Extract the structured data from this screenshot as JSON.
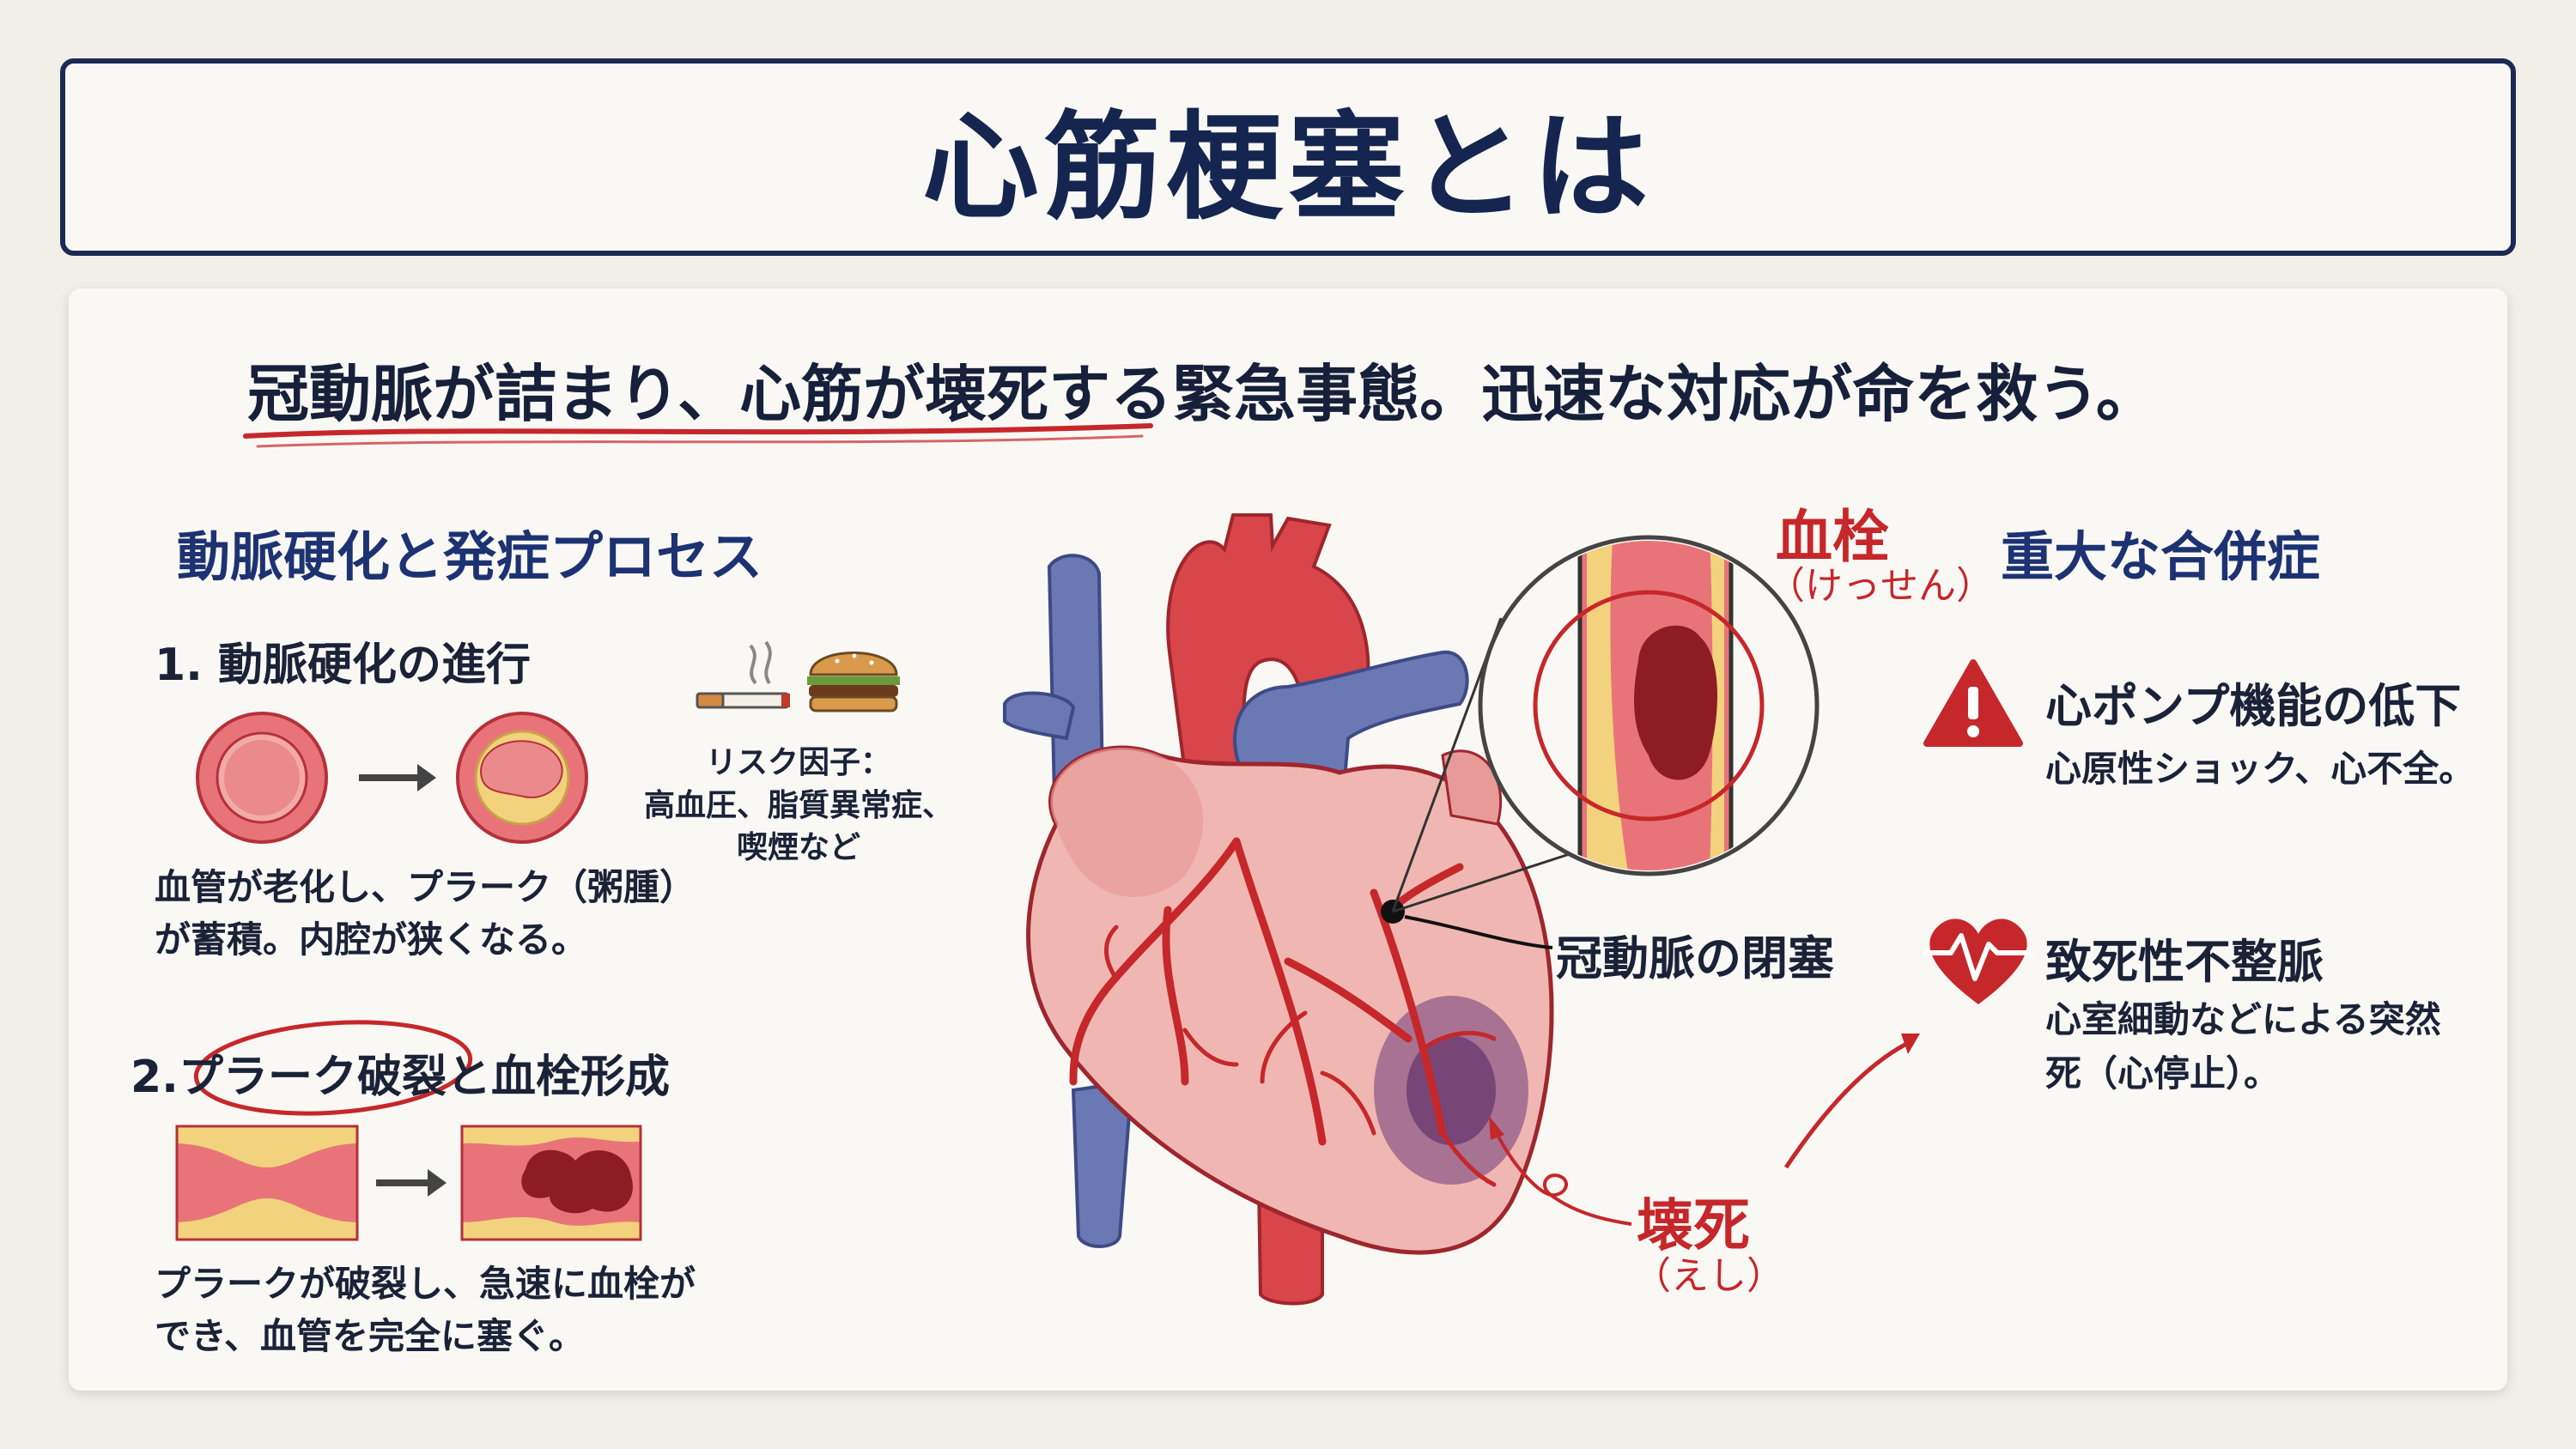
{
  "title": "心筋梗塞とは",
  "lead": "冠動脈が詰まり、心筋が壊死する緊急事態。迅速な対応が命を救う。",
  "left": {
    "heading": "動脈硬化と発症プロセス",
    "step1": {
      "title": "1. 動脈硬化の進行",
      "desc_line1": "血管が老化し、プラーク（粥腫）",
      "desc_line2": "が蓄積。内腔が狭くなる。"
    },
    "risk": {
      "label": "リスク因子：",
      "line1": "高血圧、脂質異常症、",
      "line2": "喫煙など"
    },
    "step2": {
      "prefix": "2.",
      "circled": "プラーク破裂",
      "suffix": "と血栓形成",
      "desc_line1": "プラークが破裂し、急速に血栓が",
      "desc_line2": "でき、血管を完全に塞ぐ。"
    }
  },
  "heart": {
    "clot_label": "血栓",
    "clot_reading": "（けっせん）",
    "occlusion_label": "冠動脈の閉塞",
    "necrosis_label": "壊死",
    "necrosis_reading": "（えし）"
  },
  "right": {
    "heading": "重大な合併症",
    "item1": {
      "title": "心ポンプ機能の低下",
      "desc": "心原性ショック、心不全。"
    },
    "item2": {
      "title": "致死性不整脈",
      "desc_line1": "心室細動などによる突然",
      "desc_line2": "死（心停止）。"
    }
  },
  "icons": [
    "arrow-right-icon",
    "cigarette-icon",
    "burger-icon",
    "warning-icon",
    "heartbeat-icon"
  ],
  "colors": {
    "navy": "#142550",
    "accent_red": "#c6272a",
    "vein_blue": "#6a79b4",
    "heart_pink": "#f0b7b2",
    "plaque_yellow": "#f2d27c"
  }
}
